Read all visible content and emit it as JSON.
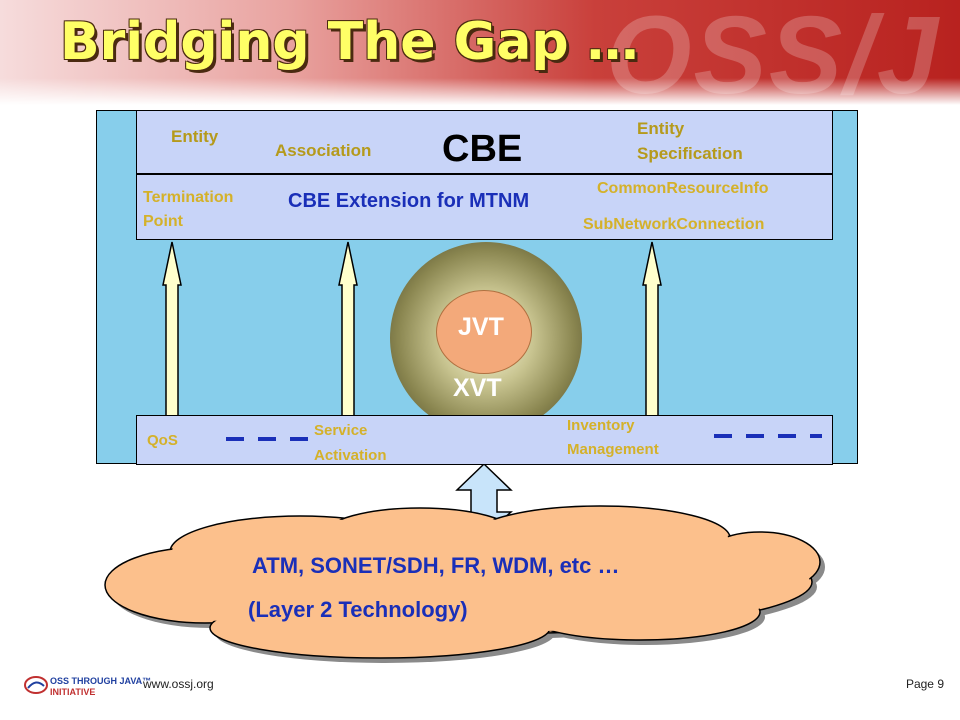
{
  "slide": {
    "title": "Bridging The Gap …",
    "watermark": "OSS/J"
  },
  "cbe": {
    "title": "CBE",
    "entity": "Entity",
    "association": "Association",
    "entity_spec_line1": "Entity",
    "entity_spec_line2": "Specification"
  },
  "extension": {
    "title": "CBE Extension for MTNM",
    "termination_line1": "Termination",
    "termination_line2": "Point",
    "common_resource": "CommonResourceInfo",
    "subnetwork": "SubNetworkConnection"
  },
  "core": {
    "inner": "JVT",
    "outer": "XVT"
  },
  "services": {
    "qos": "QoS",
    "service_line1": "Service",
    "service_line2": "Activation",
    "inventory_line1": "Inventory",
    "inventory_line2": "Management"
  },
  "technology": {
    "line1": "ATM, SONET/SDH, FR, WDM, etc …",
    "line2": "(Layer 2 Technology)"
  },
  "footer": {
    "logo_line1": "OSS THROUGH JAVA™",
    "logo_line2": "INITIATIVE",
    "url": "www.ossj.org",
    "page": "Page 9"
  },
  "colors": {
    "panel": "#87ceeb",
    "inner_box": "#c8d4f8",
    "arrow": "#ffffcc",
    "cloud": "#fcc08c",
    "label_olive": "#b59a1c",
    "label_blue": "#1a2fb8",
    "title_yellow": "#ffff66"
  }
}
